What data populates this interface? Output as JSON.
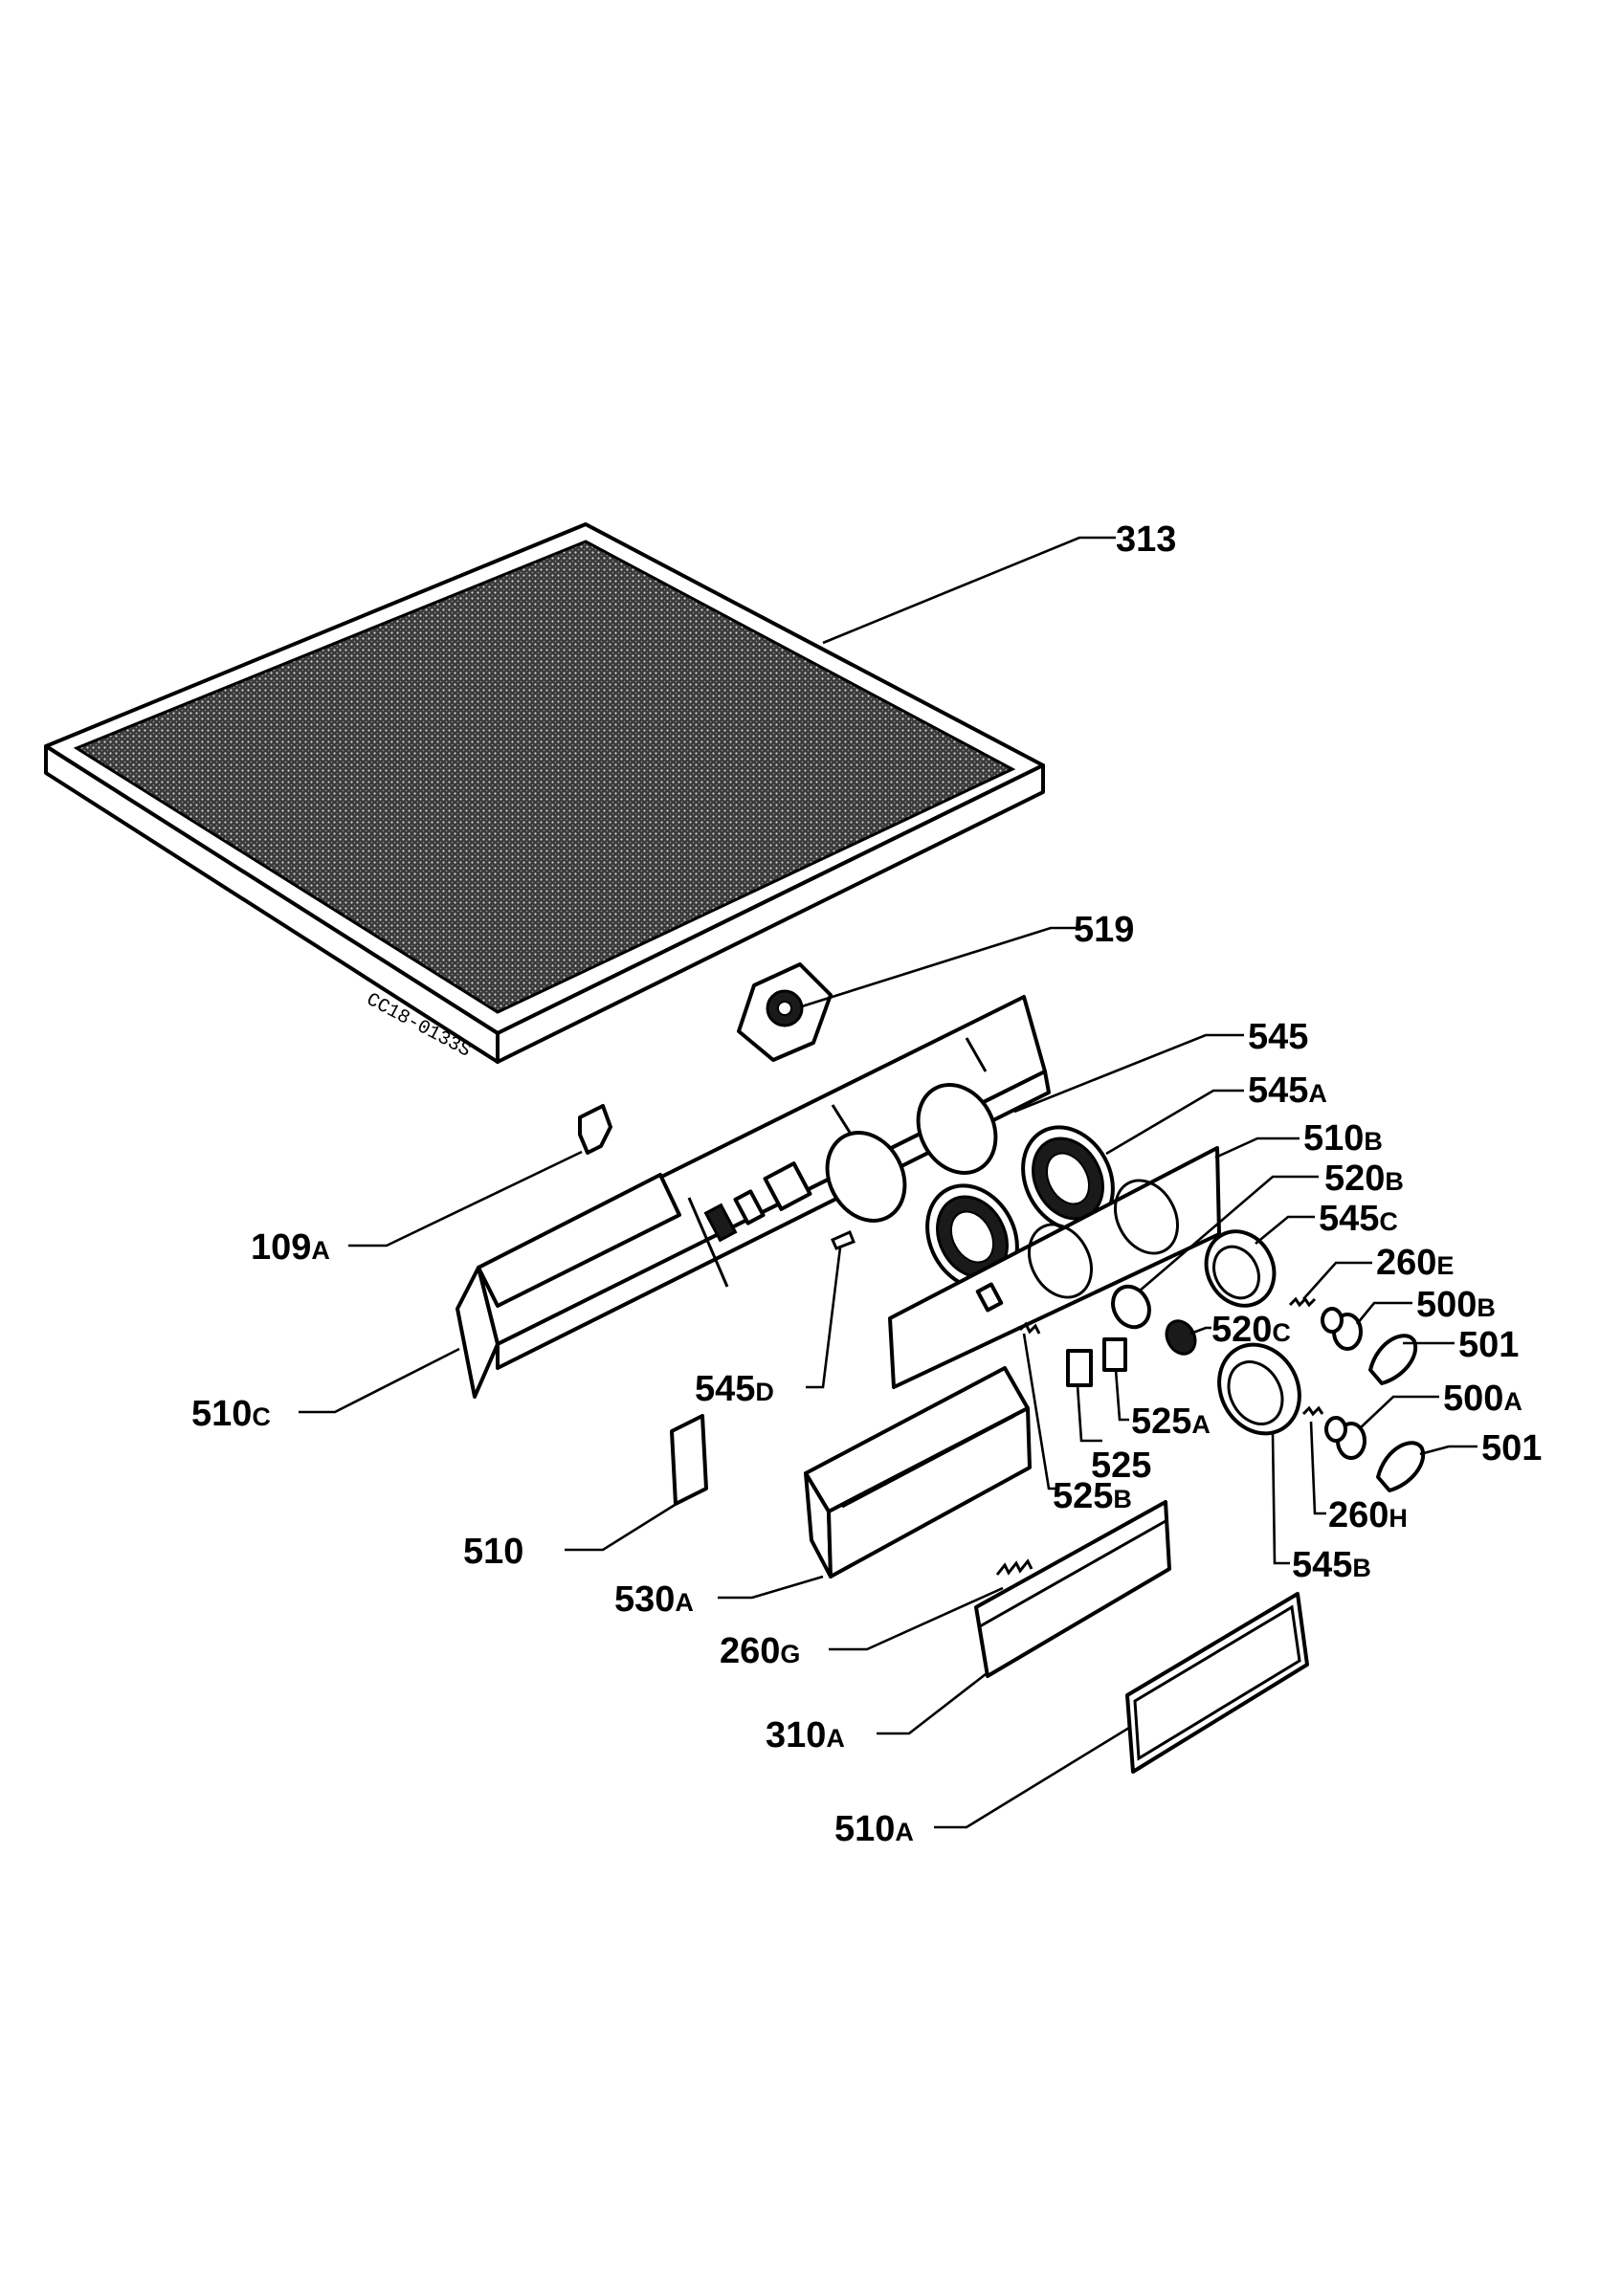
{
  "diagram": {
    "stamp": "CC18-0133S",
    "labels": [
      {
        "id": "313",
        "text": "313",
        "sub": ""
      },
      {
        "id": "519",
        "text": "519",
        "sub": ""
      },
      {
        "id": "545",
        "text": "545",
        "sub": ""
      },
      {
        "id": "545a",
        "text": "545",
        "sub": "A"
      },
      {
        "id": "510b",
        "text": "510",
        "sub": "B"
      },
      {
        "id": "520b",
        "text": "520",
        "sub": "B"
      },
      {
        "id": "545c",
        "text": "545",
        "sub": "C"
      },
      {
        "id": "260e",
        "text": "260",
        "sub": "E"
      },
      {
        "id": "500b",
        "text": "500",
        "sub": "B"
      },
      {
        "id": "501a",
        "text": "501",
        "sub": ""
      },
      {
        "id": "500a",
        "text": "500",
        "sub": "A"
      },
      {
        "id": "501b",
        "text": "501",
        "sub": ""
      },
      {
        "id": "520c",
        "text": "520",
        "sub": "C"
      },
      {
        "id": "525a",
        "text": "525",
        "sub": "A"
      },
      {
        "id": "525",
        "text": "525",
        "sub": ""
      },
      {
        "id": "525b",
        "text": "525",
        "sub": "B"
      },
      {
        "id": "260h",
        "text": "260",
        "sub": "H"
      },
      {
        "id": "545b",
        "text": "545",
        "sub": "B"
      },
      {
        "id": "109a",
        "text": "109",
        "sub": "A"
      },
      {
        "id": "510c",
        "text": "510",
        "sub": "C"
      },
      {
        "id": "545d",
        "text": "545",
        "sub": "D"
      },
      {
        "id": "510",
        "text": "510",
        "sub": ""
      },
      {
        "id": "530a",
        "text": "530",
        "sub": "A"
      },
      {
        "id": "260g",
        "text": "260",
        "sub": "G"
      },
      {
        "id": "310a",
        "text": "310",
        "sub": "A"
      },
      {
        "id": "510a",
        "text": "510",
        "sub": "A"
      }
    ]
  }
}
